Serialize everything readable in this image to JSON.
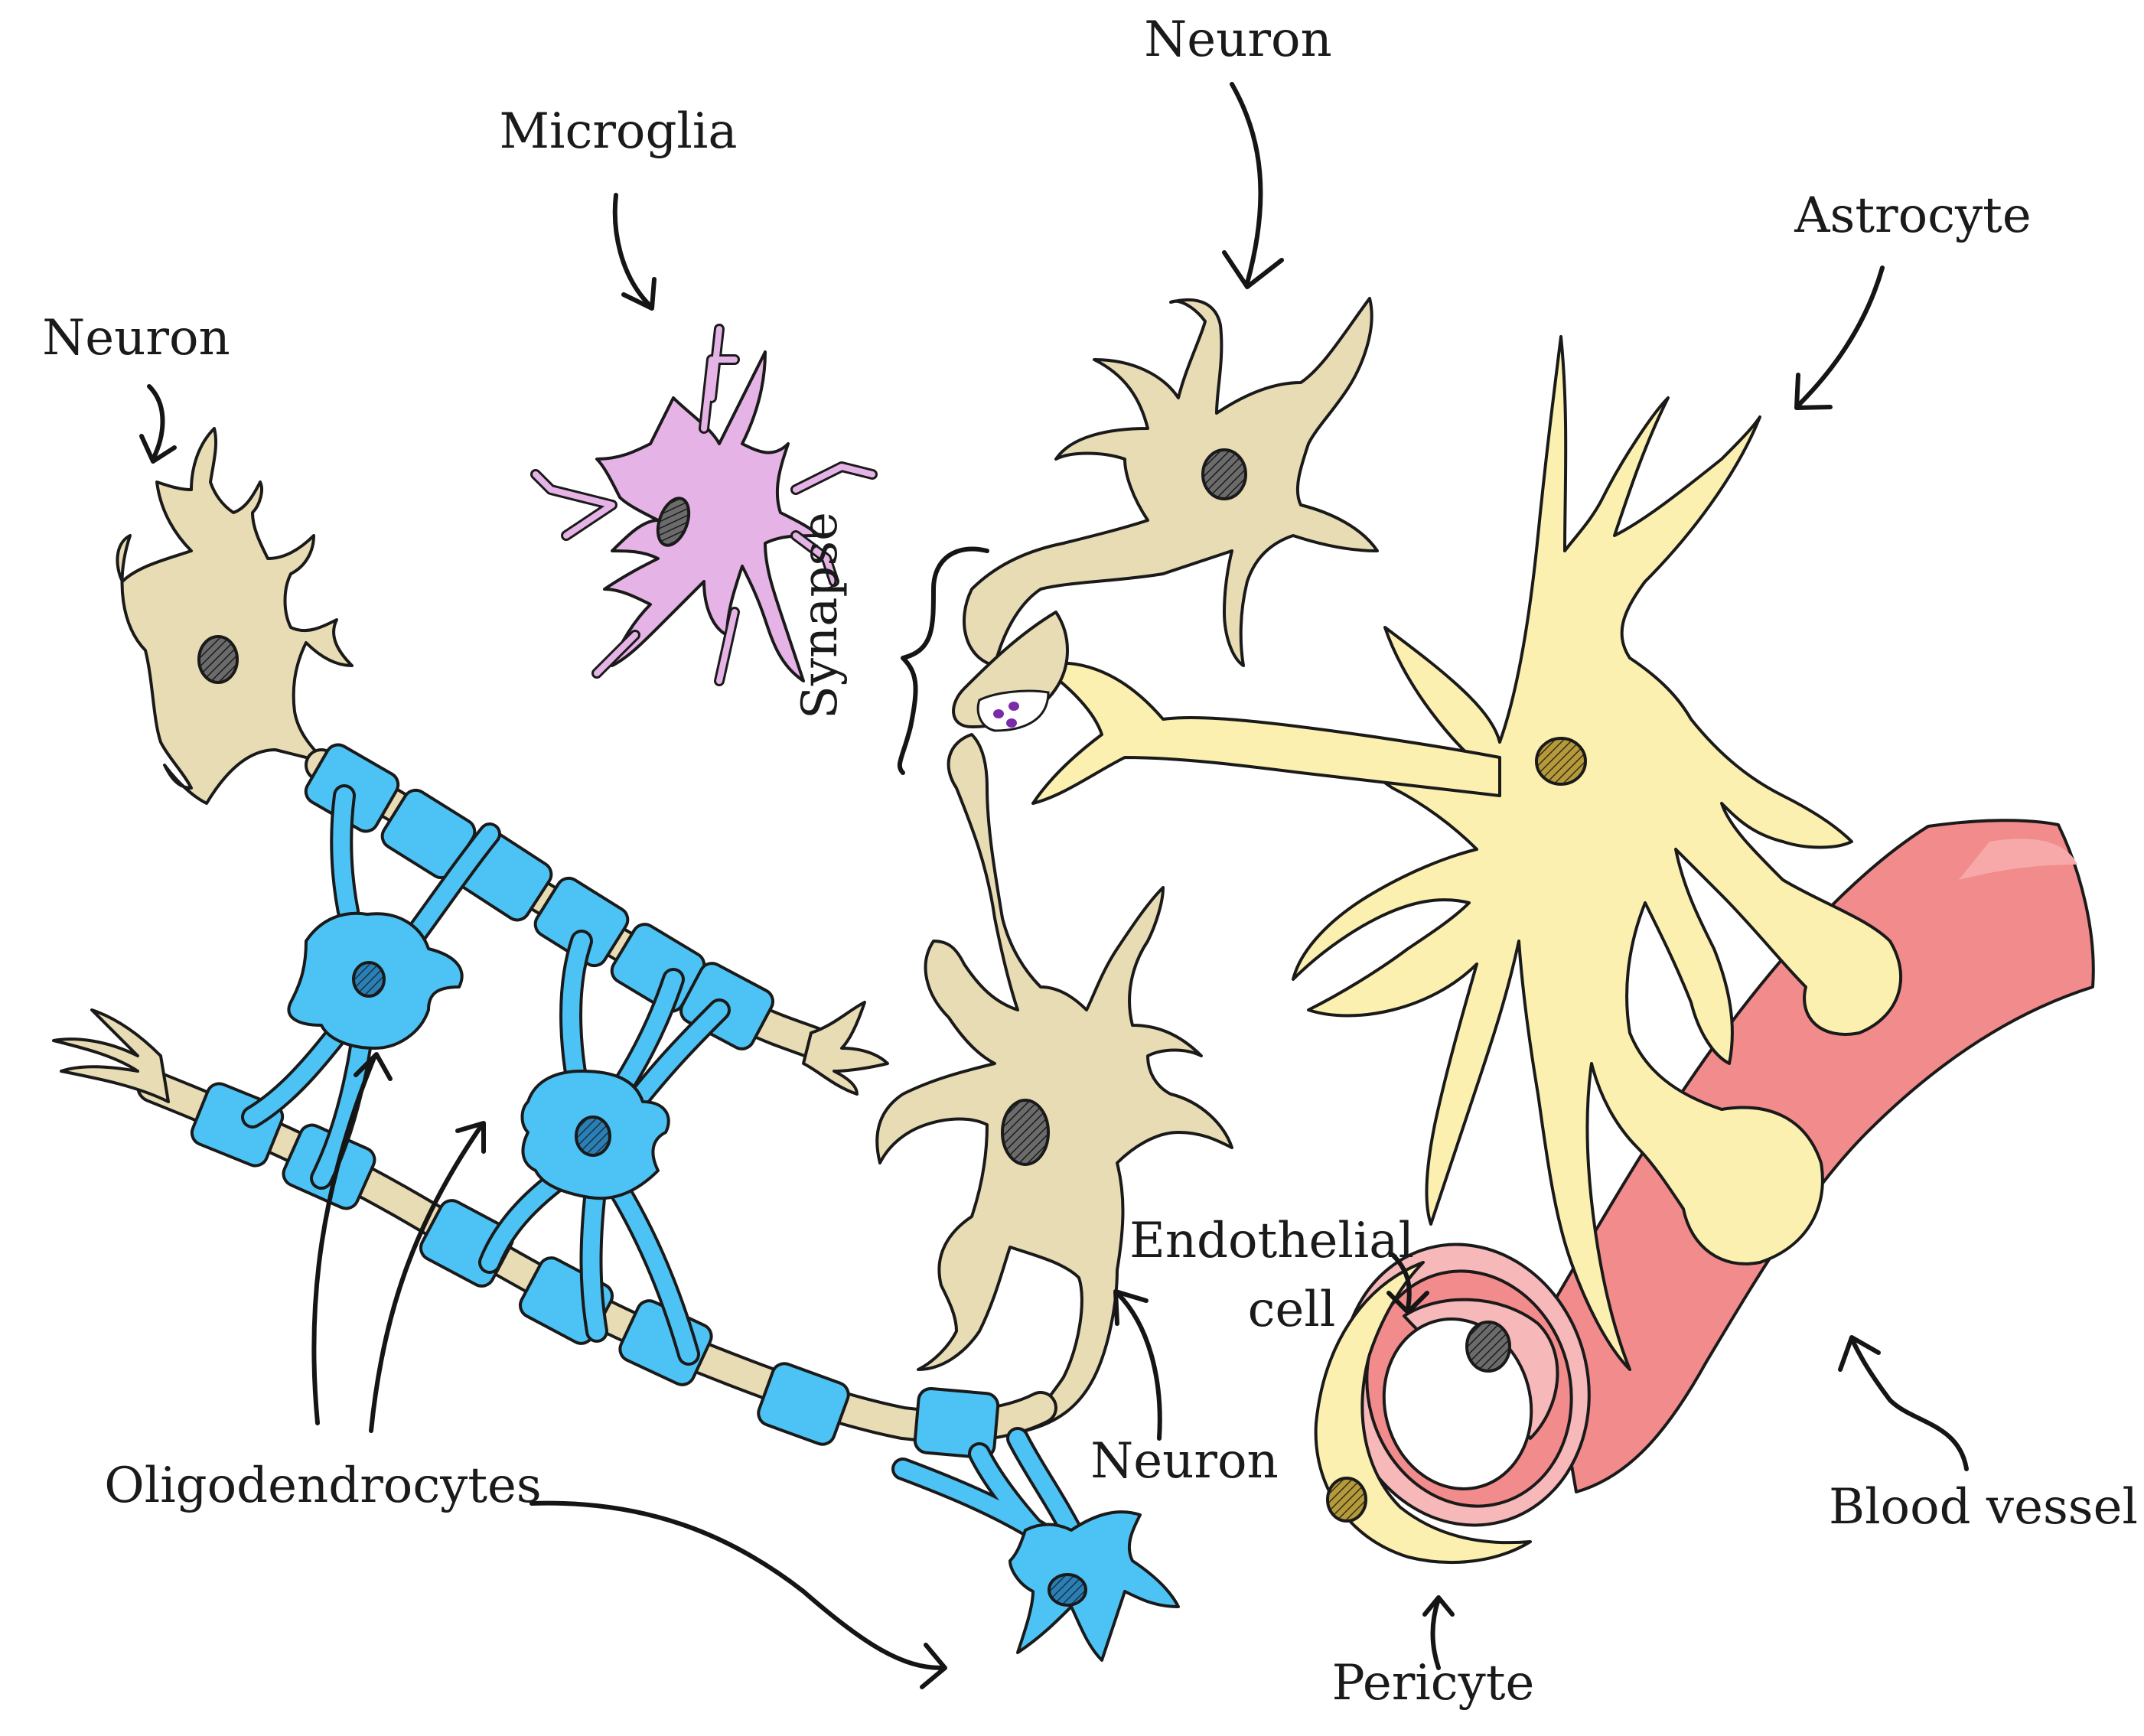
{
  "labels": {
    "neuron_top": "Neuron",
    "microglia": "Microglia",
    "neuron_left": "Neuron",
    "astrocyte": "Astrocyte",
    "synapse": "Synapse",
    "endothelial": "Endothelial",
    "endothelial_cell": "cell",
    "neuron_bottom": "Neuron",
    "oligodendrocytes": "Oligodendrocytes",
    "blood_vessel": "Blood vessel",
    "pericyte": "Pericyte"
  },
  "colors": {
    "neuron": "#E8DCB5",
    "oligodendrocyte": "#4DC3F5",
    "microglia": "#E6B3E6",
    "astrocyte": "#FBF0B0",
    "vessel": "#F28B8B",
    "pericyte": "#F6B8B8",
    "nucleus": "#2B2B2B",
    "vesicle": "#7A2BA8"
  }
}
